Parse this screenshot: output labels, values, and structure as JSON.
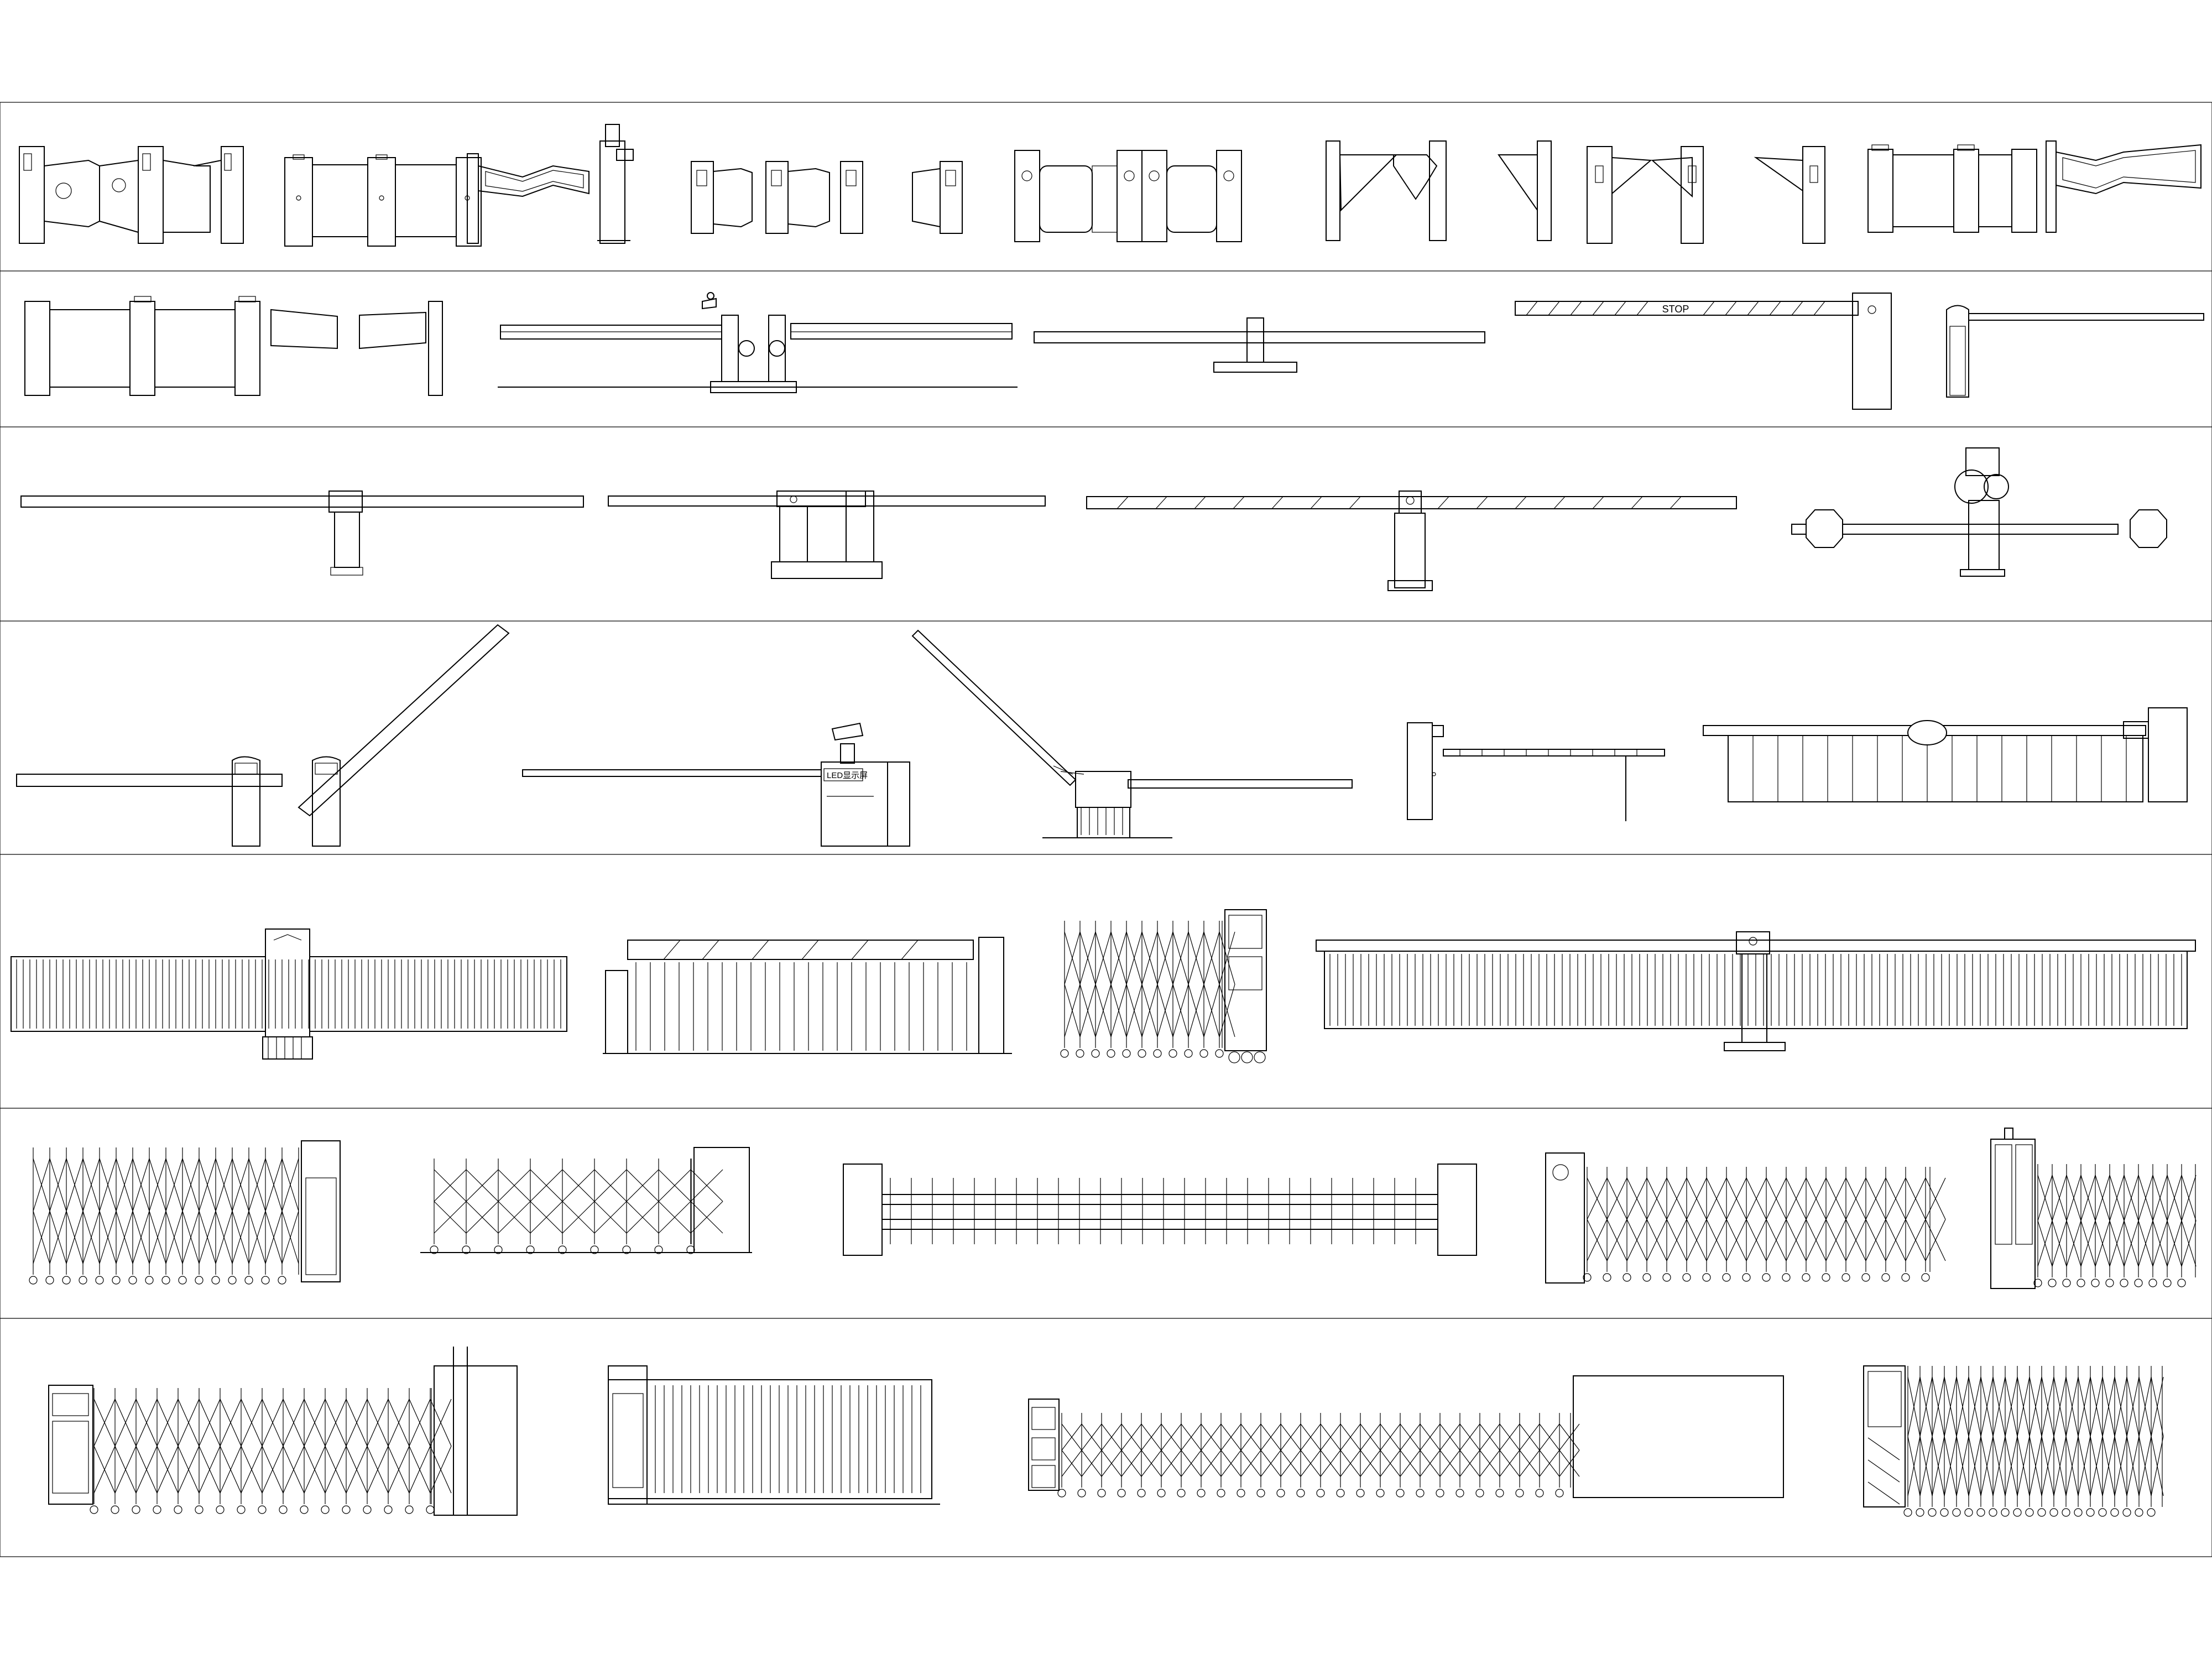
{
  "sheet": {
    "title": "",
    "background": "#ffffff",
    "line_color": "#000000"
  },
  "labels": {
    "stop_sign": "STOP",
    "display_box": "LED显示屏"
  },
  "rows": [
    {
      "id": "row-1",
      "items": [
        "speed-gate-accessible",
        "swing-gate-panels",
        "swing-gate-with-camera",
        "flap-barrier-row",
        "flap-barrier-ticket-reader",
        "tripod-wing-barrier",
        "wing-barrier-narrow",
        "swing-gate-pair"
      ]
    },
    {
      "id": "row-2",
      "items": [
        "swing-gate-large",
        "double-boom-with-camera",
        "boom-barrier-short-post",
        "boom-barrier-striped-stop",
        "boom-barrier-mini"
      ]
    },
    {
      "id": "row-3",
      "items": [
        "double-arm-barrier",
        "double-arm-barrier-box",
        "striped-arm-barrier",
        "stop-sign-barrier"
      ]
    },
    {
      "id": "row-4",
      "items": [
        "straight-and-raised-boom",
        "boom-with-led-display",
        "raised-boom-with-base",
        "boom-with-support-leg",
        "fence-boom-gate"
      ]
    },
    {
      "id": "row-5",
      "items": [
        "sliding-fence-gate",
        "striped-fence-gate",
        "telescopic-gate-small",
        "fence-gate-long"
      ]
    },
    {
      "id": "row-6",
      "items": [
        "telescopic-gate-dense",
        "telescopic-gate-wheeled",
        "picket-gate",
        "telescopic-gate-with-cabinet",
        "telescopic-gate-cabinet-left"
      ]
    },
    {
      "id": "row-7",
      "items": [
        "telescopic-gate-large",
        "sliding-gate-frame",
        "telescopic-gate-panel",
        "telescopic-gate-tall"
      ]
    }
  ]
}
